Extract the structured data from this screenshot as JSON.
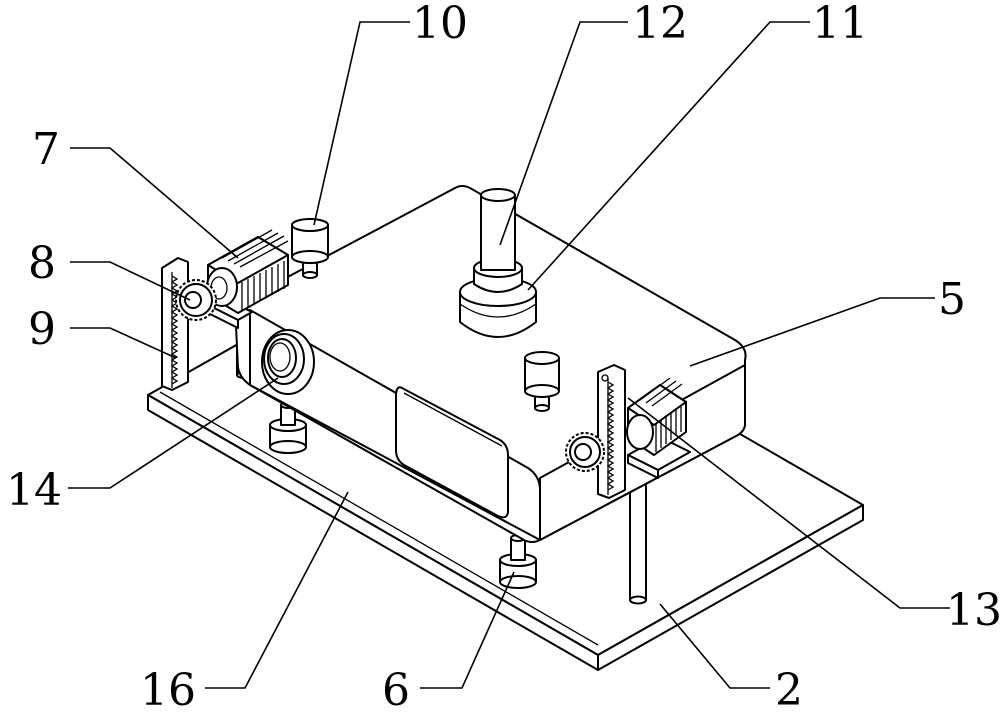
{
  "figure": {
    "callouts": [
      {
        "id": "c10",
        "text": "10"
      },
      {
        "id": "c12",
        "text": "12"
      },
      {
        "id": "c11",
        "text": "11"
      },
      {
        "id": "c7",
        "text": "7"
      },
      {
        "id": "c8",
        "text": "8"
      },
      {
        "id": "c9",
        "text": "9"
      },
      {
        "id": "c5",
        "text": "5"
      },
      {
        "id": "c14",
        "text": "14"
      },
      {
        "id": "c13",
        "text": "13"
      },
      {
        "id": "c16",
        "text": "16"
      },
      {
        "id": "c6",
        "text": "6"
      },
      {
        "id": "c2",
        "text": "2"
      }
    ]
  }
}
